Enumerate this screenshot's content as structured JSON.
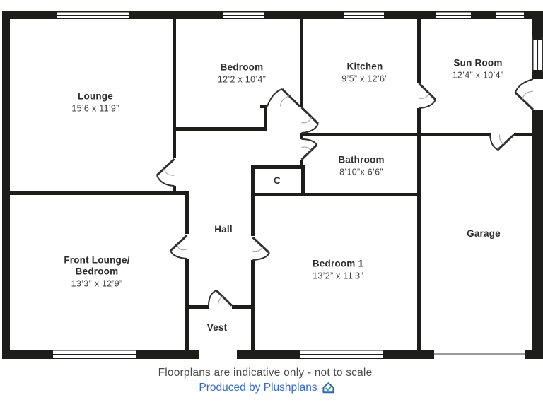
{
  "rooms": {
    "lounge": {
      "name": "Lounge",
      "dims": "15’6 x 11’9”"
    },
    "bedroom": {
      "name": "Bedroom",
      "dims": "12’2 x 10’4”"
    },
    "kitchen": {
      "name": "Kitchen",
      "dims": "9’5” x 12’6”"
    },
    "sun_room": {
      "name": "Sun Room",
      "dims": "12’4” x 10’4”"
    },
    "bathroom": {
      "name": "Bathroom",
      "dims": "8’10”x 6’6”"
    },
    "closet": {
      "name": "C"
    },
    "hall": {
      "name": "Hall"
    },
    "front_lounge": {
      "name_line1": "Front Lounge/",
      "name_line2": "Bedroom",
      "dims": "13’3” x 12’9”"
    },
    "bedroom1": {
      "name": "Bedroom 1",
      "dims": "13’2” x 11’3”"
    },
    "vest": {
      "name": "Vest"
    },
    "garage": {
      "name": "Garage"
    }
  },
  "footer": {
    "disclaimer": "Floorplans are indicative only - not to scale",
    "credit": "Produced by Plushplans"
  },
  "colors": {
    "wall": "#1d1d1b",
    "link_blue": "#3a6cc0",
    "logo_green": "#37a36a"
  }
}
